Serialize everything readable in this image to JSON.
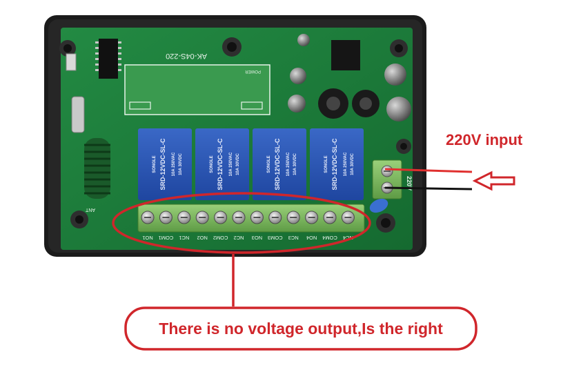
{
  "board": {
    "model_label": "AK-04S-220",
    "power_label": "POWER",
    "antenna_label": "ANT",
    "voltage_label": "220V",
    "terminal_labels": [
      "NO1",
      "COM1",
      "NC1",
      "NO2",
      "COM2",
      "NC2",
      "NO3",
      "COM3",
      "NC3",
      "NO4",
      "COM4",
      "NC4"
    ],
    "relays": [
      {
        "brand": "SONGLE",
        "model": "SRD-12VDC-SL-C",
        "rating_1": "10A 250VAC",
        "rating_2": "10A 30VDC"
      },
      {
        "brand": "SONGLE",
        "model": "SRD-12VDC-SL-C",
        "rating_1": "10A 250VAC",
        "rating_2": "10A 30VDC"
      },
      {
        "brand": "SONGLE",
        "model": "SRD-12VDC-SL-C",
        "rating_1": "10A 250VAC",
        "rating_2": "10A 30VDC"
      },
      {
        "brand": "SONGLE",
        "model": "SRD-12VDC-SL-C",
        "rating_1": "10A 250VAC",
        "rating_2": "10A 30VDC"
      }
    ]
  },
  "annotations": {
    "input_label": "220V input",
    "caption": "There is no voltage output,Is the right"
  },
  "colors": {
    "annotation_red": "#d0262b",
    "pcb_green": "#1e7a3a",
    "relay_blue": "#2a55b3",
    "terminal_green": "#77b45a",
    "case_black": "#1b1b1b"
  }
}
